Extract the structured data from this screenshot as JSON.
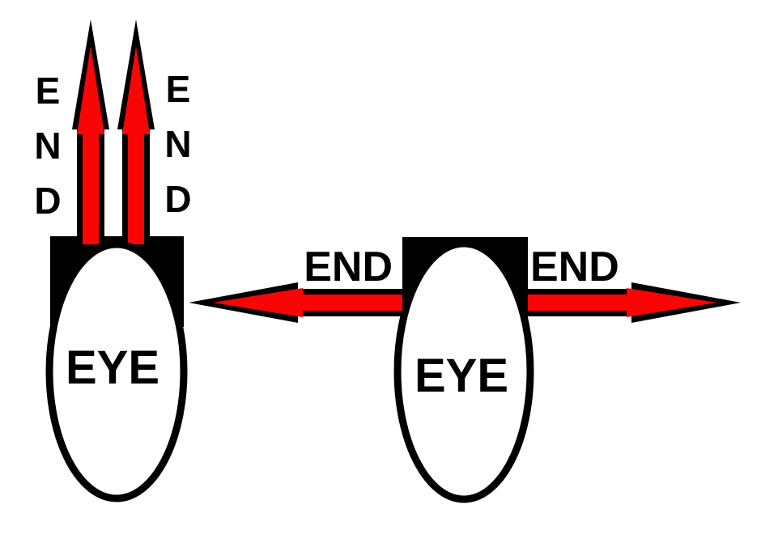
{
  "colors": {
    "red": "#f90505",
    "black": "#000000",
    "white": "#ffffff"
  },
  "figures": {
    "vertical": {
      "eye": "EYE",
      "left_end": [
        "E",
        "N",
        "D"
      ],
      "right_end": [
        "E",
        "N",
        "D"
      ]
    },
    "horizontal": {
      "eye": "EYE",
      "left_end": "END",
      "right_end": "END"
    }
  }
}
